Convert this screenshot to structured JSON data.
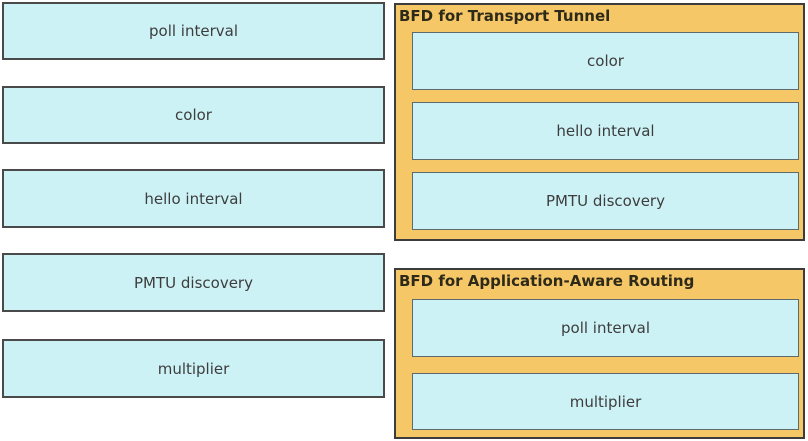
{
  "colors": {
    "page_bg": "#ffffff",
    "item_fill": "#cdf2f5",
    "item_border": "#4a4a4a",
    "item_text": "#3d3d3d",
    "zone_fill": "#f5c766",
    "zone_border": "#3c3c3c",
    "placed_border": "#5f6a6e",
    "title_text": "#2e2a1a"
  },
  "source_list": {
    "items": [
      {
        "label": "poll interval"
      },
      {
        "label": "color"
      },
      {
        "label": "hello interval"
      },
      {
        "label": "PMTU discovery"
      },
      {
        "label": "multiplier"
      }
    ]
  },
  "targets": [
    {
      "title": "BFD for Transport Tunnel",
      "items": [
        {
          "label": "color"
        },
        {
          "label": "hello interval"
        },
        {
          "label": "PMTU discovery"
        }
      ]
    },
    {
      "title": "BFD for Application-Aware Routing",
      "items": [
        {
          "label": "poll interval"
        },
        {
          "label": "multiplier"
        }
      ]
    }
  ]
}
